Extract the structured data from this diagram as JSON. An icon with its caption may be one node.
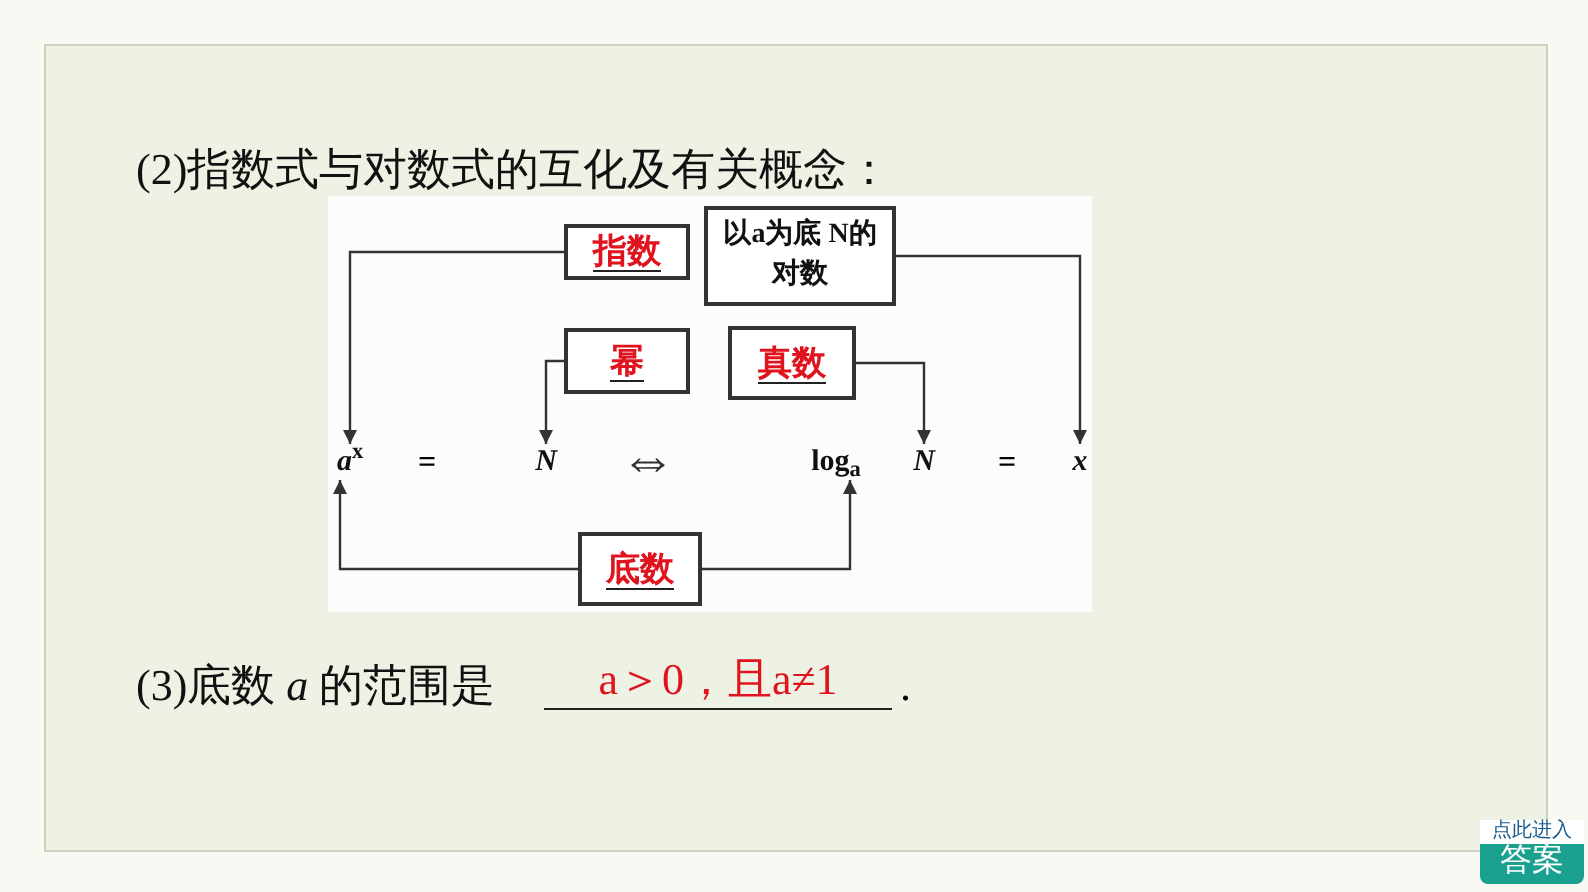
{
  "diagram": {
    "nodes": [
      {
        "text": [
          "指数"
        ]
      },
      {
        "text": [
          "以a为底 N的**对数**"
        ]
      },
      {
        "text": [
          "幂"
        ]
      },
      {
        "text": [
          "真数"
        ]
      },
      {
        "text": [
          "底数"
        ]
      },
      {
        "text": [
          "*a*$^{x}$"
        ]
      },
      {
        "text": [
          "*N*"
        ]
      },
      {
        "text": [
          "log$_{a}$"
        ]
      },
      {
        "text": [
          "*N*"
        ]
      },
      {
        "text": [
          "*x*"
        ]
      }
    ],
    "edges": [
      {
        "from": 0,
        "to": 5,
        "arrow": "to"
      },
      {
        "from": 1,
        "to": 9,
        "arrow": "to"
      },
      {
        "from": 2,
        "to": 6,
        "arrow": "to"
      },
      {
        "from": 3,
        "to": 8,
        "arrow": "to"
      },
      {
        "from": 4,
        "to": 5,
        "arrow": "to"
      },
      {
        "from": 4,
        "to": 7,
        "arrow": "to"
      }
    ],
    "labels": [
      "(2)指数式与对数式的互化及有关概念：",
      "=",
      "⇔",
      "=",
      "(3)底数 *a* 的范围是",
      "a＞0，且a≠1",
      ".",
      "点此进入",
      "答案"
    ]
  }
}
